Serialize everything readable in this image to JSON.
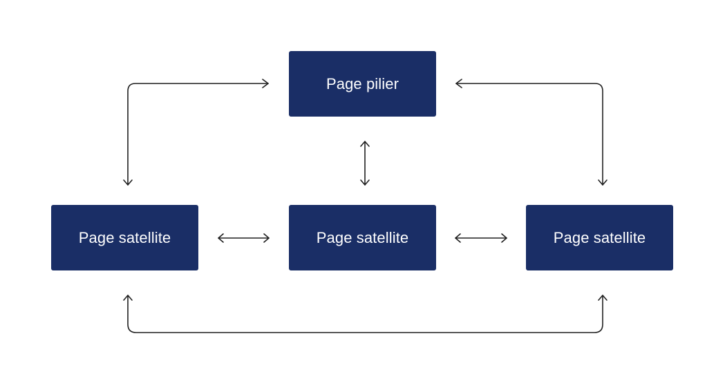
{
  "colors": {
    "node_fill": "#1a2e66",
    "node_text": "#ffffff",
    "connector": "#1f1f1f",
    "background": "#ffffff"
  },
  "nodes": {
    "pillar": {
      "label": "Page pilier"
    },
    "satellite_left": {
      "label": "Page satellite"
    },
    "satellite_center": {
      "label": "Page satellite"
    },
    "satellite_right": {
      "label": "Page satellite"
    }
  },
  "connections": [
    {
      "from": "satellite_left",
      "to": "pillar",
      "direction": "both"
    },
    {
      "from": "pillar",
      "to": "satellite_right",
      "direction": "both"
    },
    {
      "from": "pillar",
      "to": "satellite_center",
      "direction": "both"
    },
    {
      "from": "satellite_left",
      "to": "satellite_center",
      "direction": "both"
    },
    {
      "from": "satellite_center",
      "to": "satellite_right",
      "direction": "both"
    },
    {
      "from": "satellite_left",
      "to": "satellite_right",
      "direction": "both"
    }
  ]
}
